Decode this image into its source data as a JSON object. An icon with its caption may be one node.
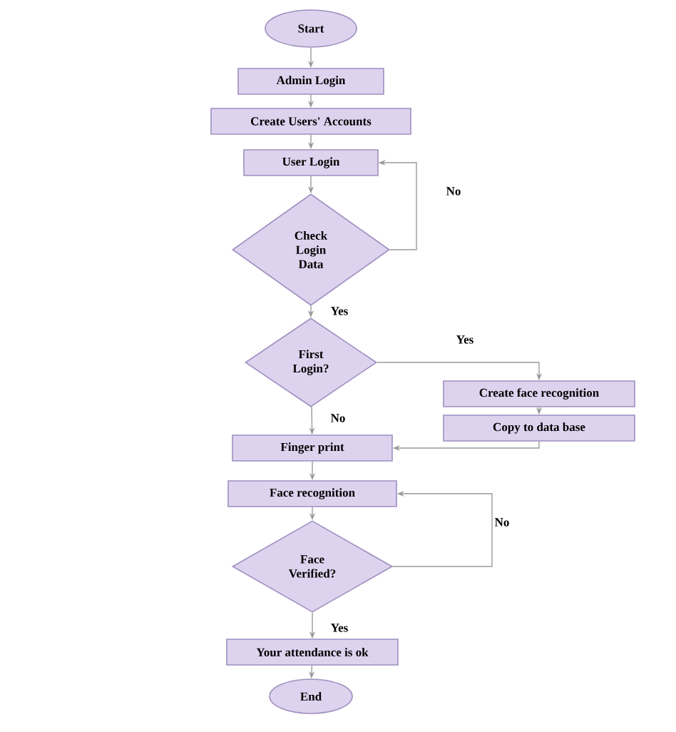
{
  "diagram": {
    "nodes": [
      {
        "text": [
          "Start"
        ]
      },
      {
        "text": [
          "Admin Login"
        ]
      },
      {
        "text": [
          "Create Users' Accounts"
        ]
      },
      {
        "text": [
          "User Login"
        ]
      },
      {
        "text": [
          "Check Login Data"
        ]
      },
      {
        "text": [
          "First Login?"
        ]
      },
      {
        "text": [
          "Create face recognition"
        ]
      },
      {
        "text": [
          "Copy to data base"
        ]
      },
      {
        "text": [
          "Finger print"
        ]
      },
      {
        "text": [
          "Face recognition"
        ]
      },
      {
        "text": [
          "Face Verified?"
        ]
      },
      {
        "text": [
          "Your attendance is ok"
        ]
      },
      {
        "text": [
          "End"
        ]
      }
    ],
    "edges": [
      {
        "from": 0,
        "to": 1,
        "arrow": "to"
      },
      {
        "from": 1,
        "to": 2,
        "arrow": "to"
      },
      {
        "from": 2,
        "to": 3,
        "arrow": "to"
      },
      {
        "from": 3,
        "to": 4,
        "arrow": "to"
      },
      {
        "from": 4,
        "to": 3,
        "arrow": "to",
        "label": "No"
      },
      {
        "from": 4,
        "to": 5,
        "arrow": "to",
        "label": "Yes"
      },
      {
        "from": 5,
        "to": 6,
        "arrow": "to",
        "label": "Yes"
      },
      {
        "from": 6,
        "to": 7,
        "arrow": "to"
      },
      {
        "from": 5,
        "to": 8,
        "arrow": "to",
        "label": "No"
      },
      {
        "from": 7,
        "to": 8,
        "arrow": "to"
      },
      {
        "from": 8,
        "to": 9,
        "arrow": "to"
      },
      {
        "from": 9,
        "to": 10,
        "arrow": "to"
      },
      {
        "from": 10,
        "to": 9,
        "arrow": "to",
        "label": "No"
      },
      {
        "from": 10,
        "to": 11,
        "arrow": "to",
        "label": "Yes"
      },
      {
        "from": 11,
        "to": 12,
        "arrow": "to"
      }
    ]
  }
}
